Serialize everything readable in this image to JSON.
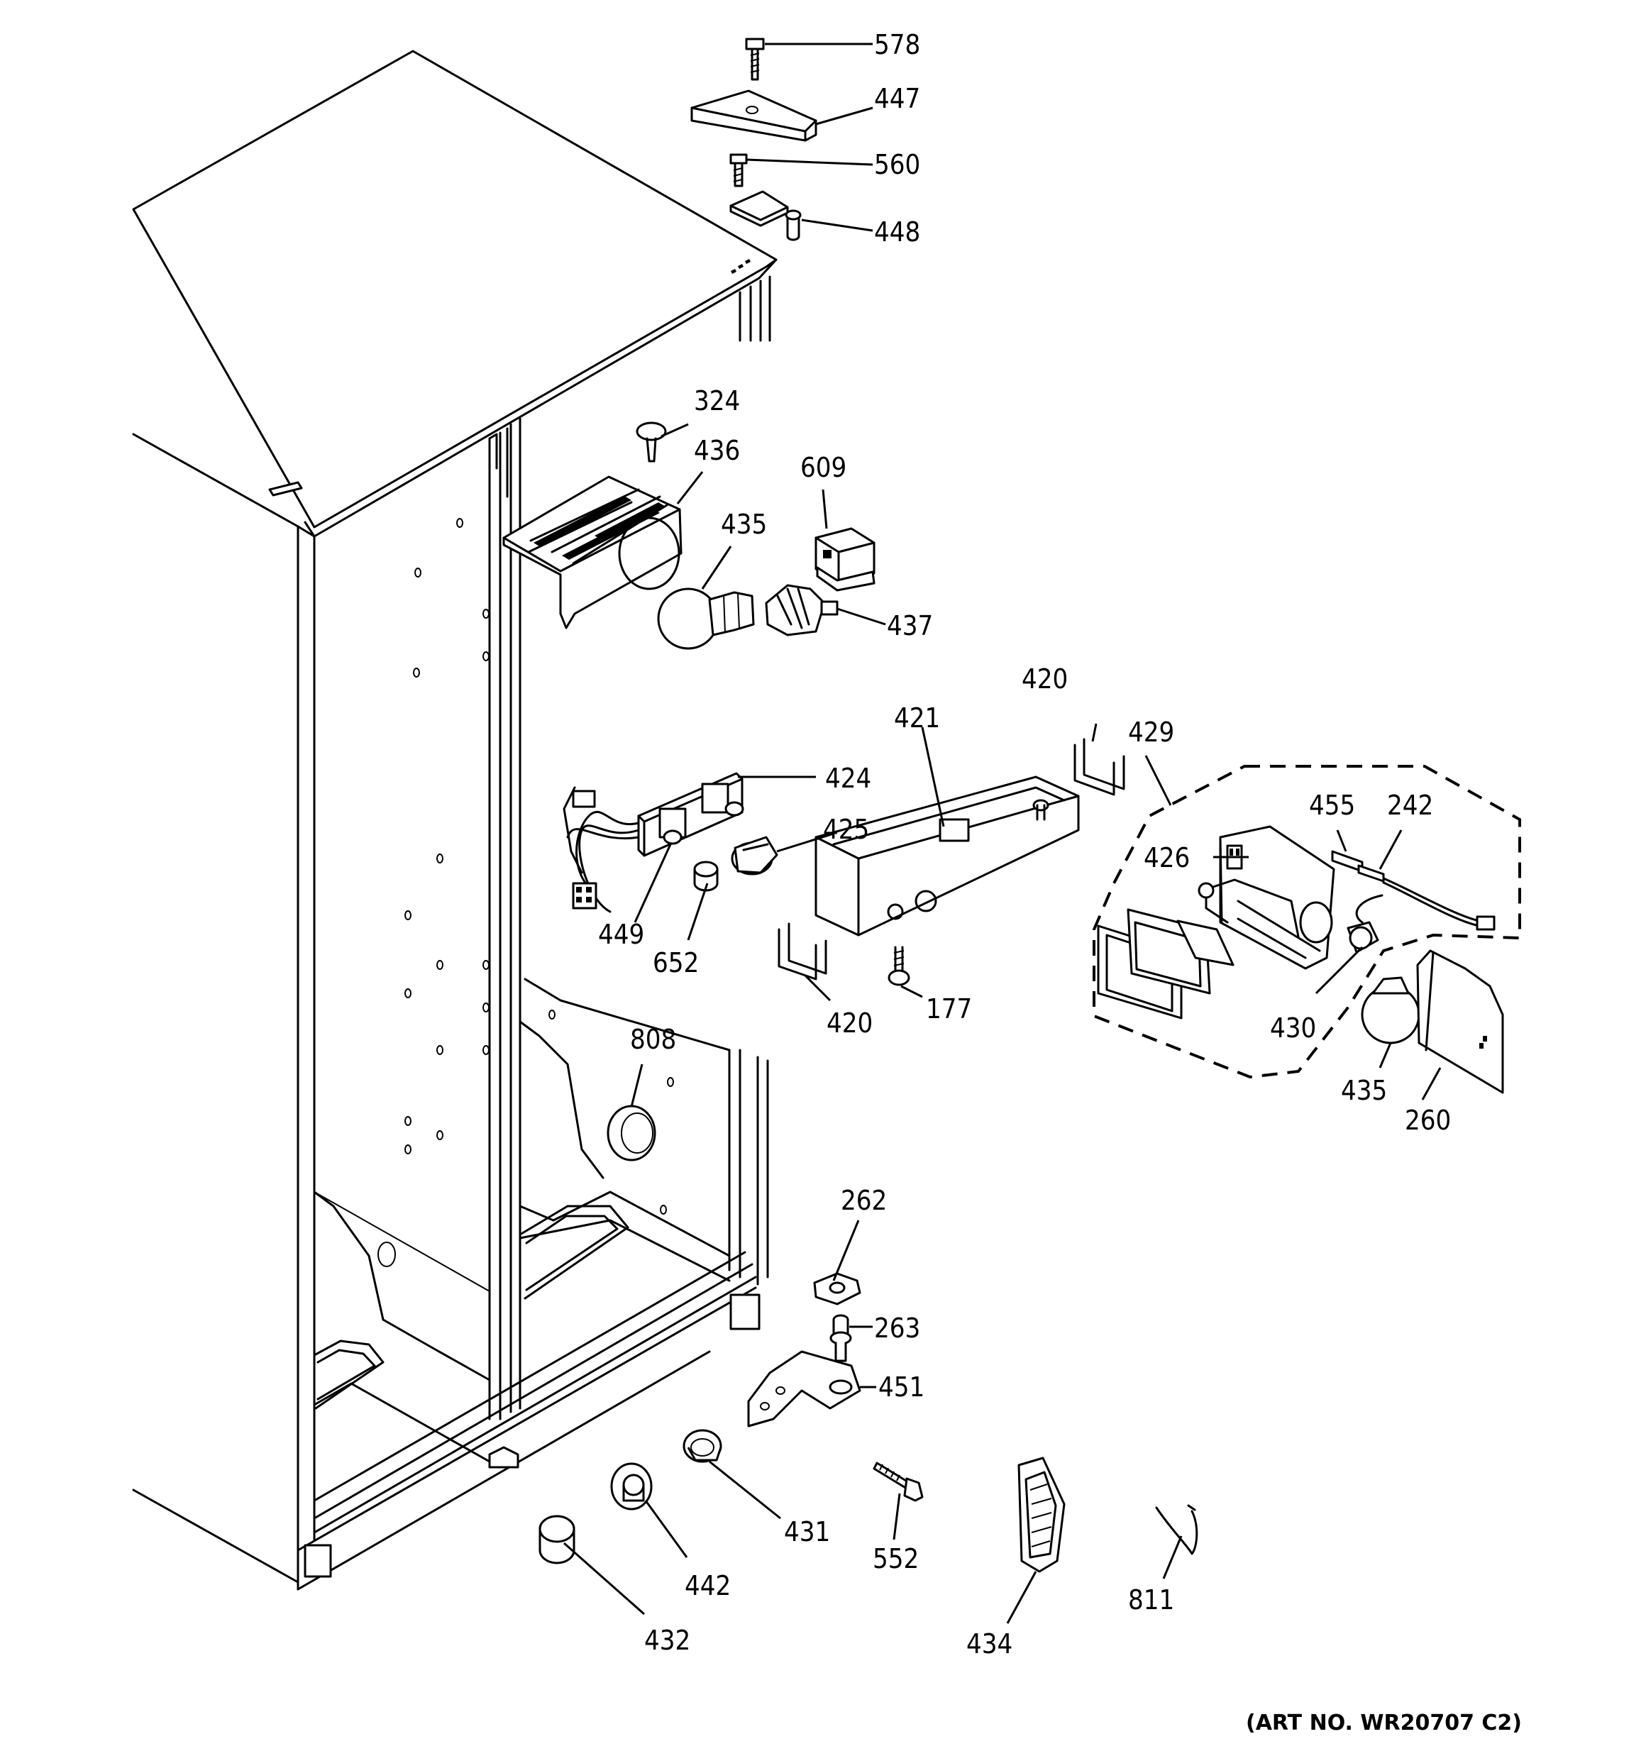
{
  "labels": {
    "l578": "578",
    "l447": "447",
    "l560": "560",
    "l448": "448",
    "l324": "324",
    "l436": "436",
    "l435a": "435",
    "l609": "609",
    "l437": "437",
    "l420a": "420",
    "l421": "421",
    "l429": "429",
    "l424": "424",
    "l425": "425",
    "l455": "455",
    "l242": "242",
    "l426": "426",
    "l449": "449",
    "l652": "652",
    "l420b": "420",
    "l177": "177",
    "l430": "430",
    "l435b": "435",
    "l260": "260",
    "l808": "808",
    "l262": "262",
    "l263": "263",
    "l451": "451",
    "l431": "431",
    "l552": "552",
    "l442": "442",
    "l432": "432",
    "l434": "434",
    "l811": "811"
  },
  "art_number": "(ART NO. WR20707 C2)"
}
